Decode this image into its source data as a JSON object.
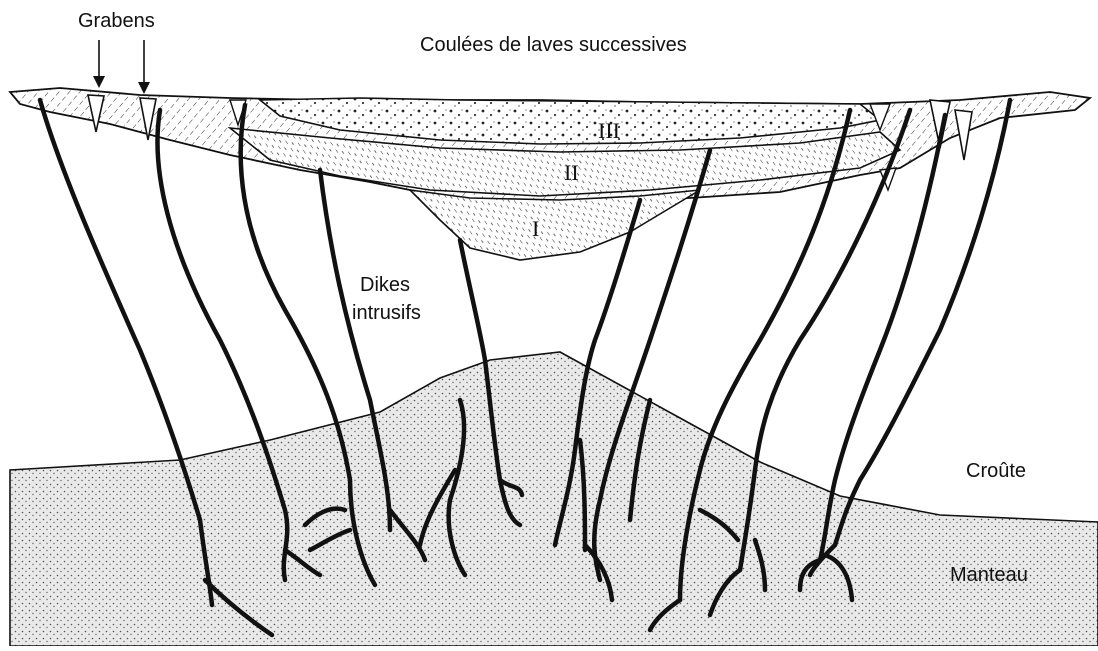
{
  "title": "Coulées de laves successives",
  "labels": {
    "grabens": "Grabens",
    "dikes_line1": "Dikes",
    "dikes_line2": "intrusifs",
    "crust": "Croûte",
    "mantle": "Manteau"
  },
  "flows": {
    "flow_1": "I",
    "flow_2": "II",
    "flow_3": "III"
  },
  "colors": {
    "ink": "#111111",
    "background": "#ffffff",
    "mantle_fill": "#dcdcdc"
  }
}
